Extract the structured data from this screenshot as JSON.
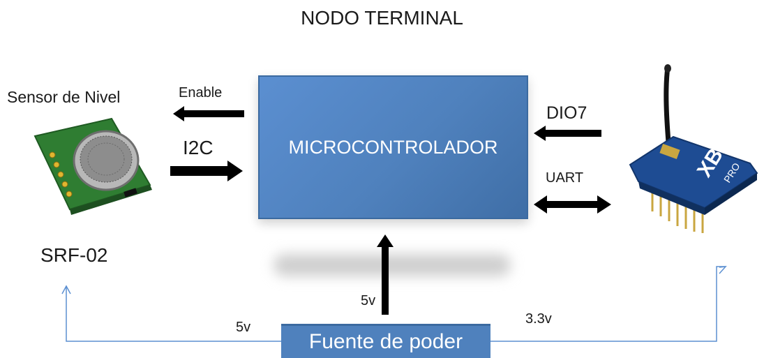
{
  "title": "NODO TERMINAL",
  "sensor": {
    "title": "Sensor de Nivel",
    "model": "SRF-02"
  },
  "mcu": {
    "label": "MICROCONTROLADOR"
  },
  "signals": {
    "enable": "Enable",
    "i2c": "I2C",
    "dio7": "DIO7",
    "uart": "UART"
  },
  "power": {
    "label": "Fuente de poder",
    "v_mcu": "5v",
    "v_sensor": "5v",
    "v_xbee": "3.3v"
  },
  "colors": {
    "box": "#4f81bd",
    "box_border": "#3b6aa0",
    "wire": "#5b8fd1",
    "arrow": "#000000"
  },
  "icons": {
    "sensor": "ultrasonic-sensor-icon",
    "xbee": "xbee-pro-module-icon"
  }
}
